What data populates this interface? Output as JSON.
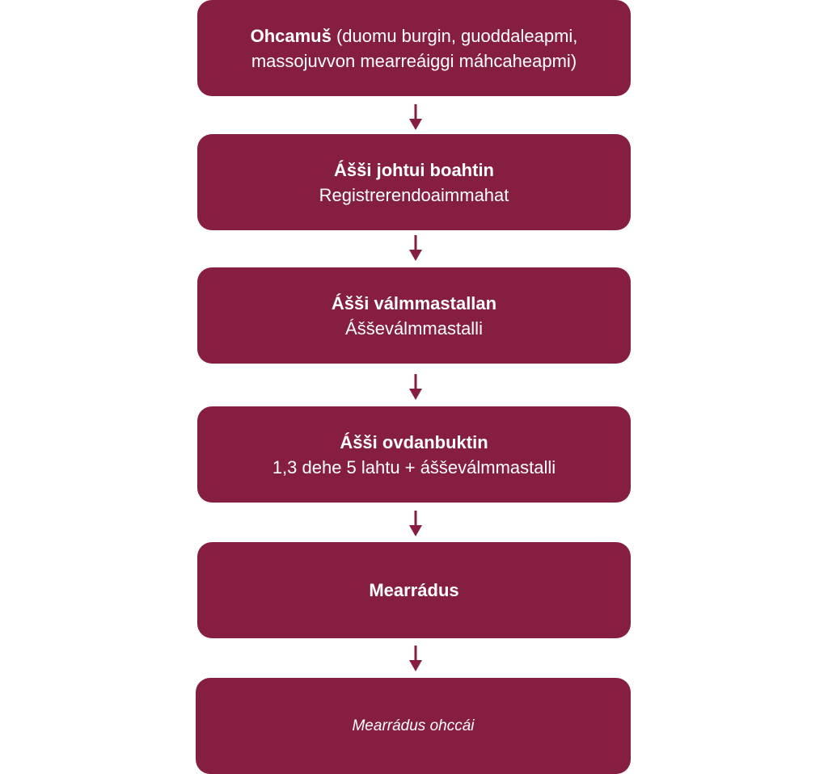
{
  "steps": [
    {
      "title": "Ohcamuš",
      "title_rest": " (duomu burgin, guoddaleapmi,",
      "line2": "massojuvvon mearreáiggi máhcaheapmi)"
    },
    {
      "title": "Ášši johtui boahtin",
      "subtitle": "Registrerendoaimmahat"
    },
    {
      "title": "Ášši válmmastallan",
      "subtitle": "Ášševálmmastalli"
    },
    {
      "title": "Ášši ovdanbuktin",
      "subtitle": "1,3 dehe 5 lahtu + ášševálmmastalli"
    },
    {
      "title": "Mearrádus"
    },
    {
      "note": "Mearrádus ohccái"
    }
  ],
  "colors": {
    "box": "#861e41",
    "arrow": "#861e41",
    "text": "#ffffff"
  }
}
